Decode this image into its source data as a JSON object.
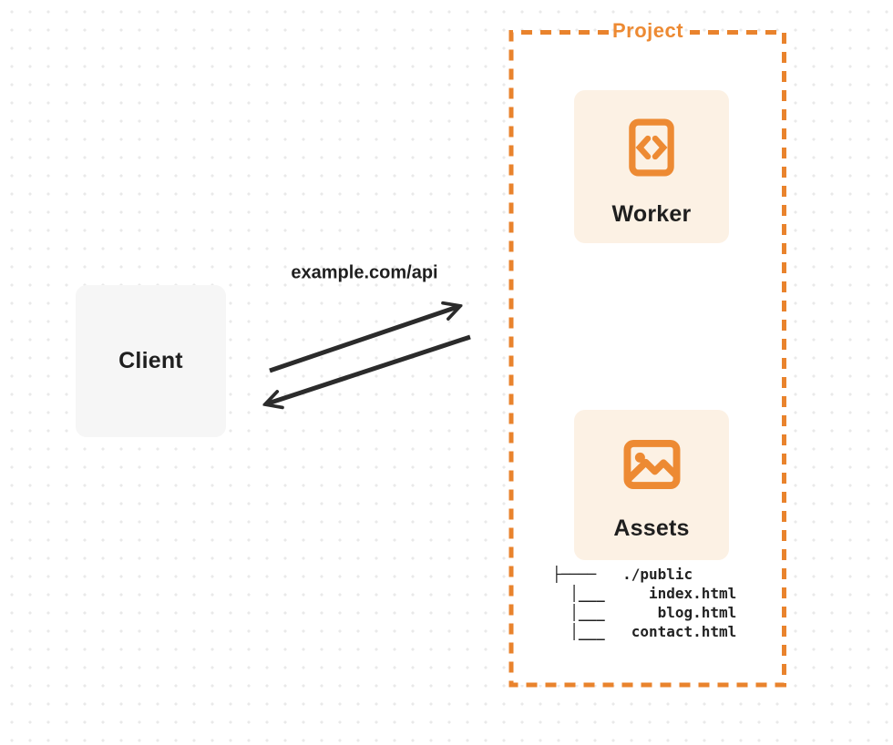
{
  "diagram": {
    "project": {
      "label": "Project"
    },
    "client": {
      "label": "Client"
    },
    "worker": {
      "label": "Worker"
    },
    "assets": {
      "label": "Assets"
    },
    "request": {
      "url_label": "example.com/api"
    },
    "file_tree": {
      "root": "./public",
      "files": [
        "index.html",
        "blog.html",
        "contact.html"
      ],
      "lines": [
        "├────   ./public",
        "  │___     index.html",
        "  │___      blog.html",
        "  │___   contact.html"
      ]
    },
    "colors": {
      "accent_orange": "#ED8A33",
      "dash_orange": "#E9832D",
      "card_cream": "#FCF1E4",
      "client_gray": "#F6F6F6",
      "text_dark": "#1F1F1F",
      "arrow_dark": "#2B2B2B",
      "dot_grid": "#E9E9E9",
      "project_fill": "#FFFFFF"
    }
  }
}
